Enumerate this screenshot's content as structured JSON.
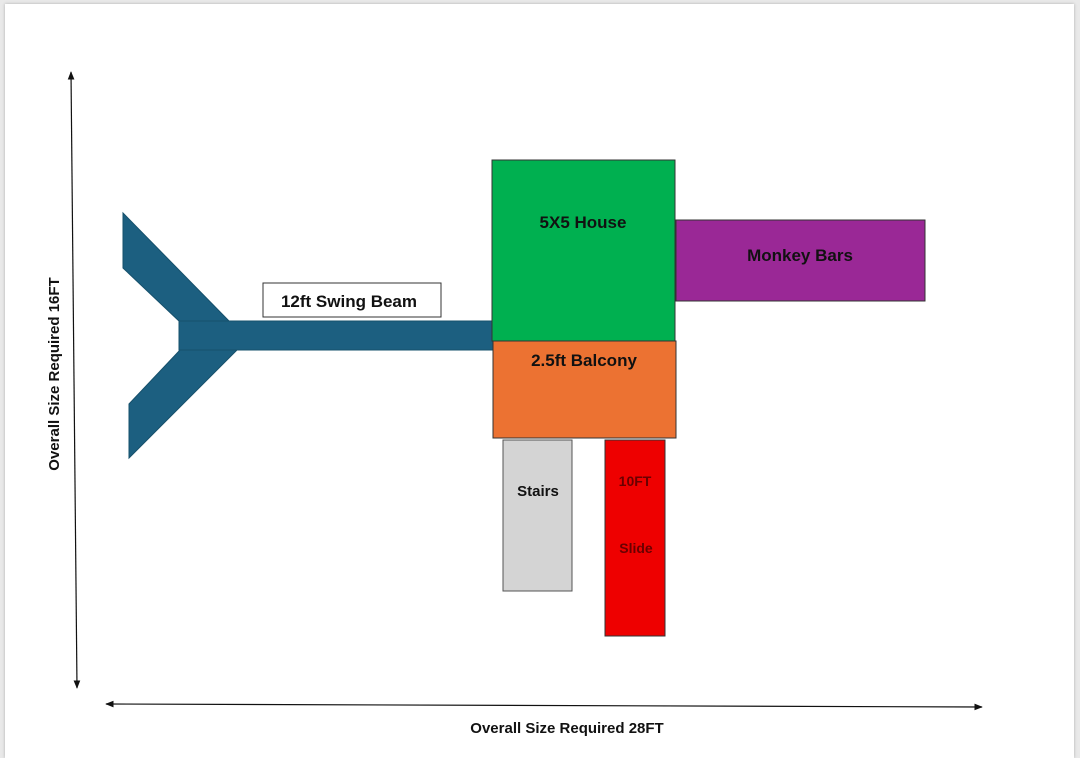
{
  "labels": {
    "swing_beam": "12ft Swing Beam",
    "house": "5X5 House",
    "monkey_bars": "Monkey Bars",
    "balcony": "2.5ft Balcony",
    "stairs": "Stairs",
    "slide_top": "10FT",
    "slide_bottom": "Slide",
    "overall_width": "Overall Size Required 28FT",
    "overall_height": "Overall Size Required 16FT"
  },
  "colors": {
    "swing_beam": "#1c5f80",
    "house": "#00b050",
    "monkey_bars": "#9a2896",
    "balcony": "#ec7232",
    "stairs": "#d4d4d4",
    "slide": "#ee0000"
  }
}
